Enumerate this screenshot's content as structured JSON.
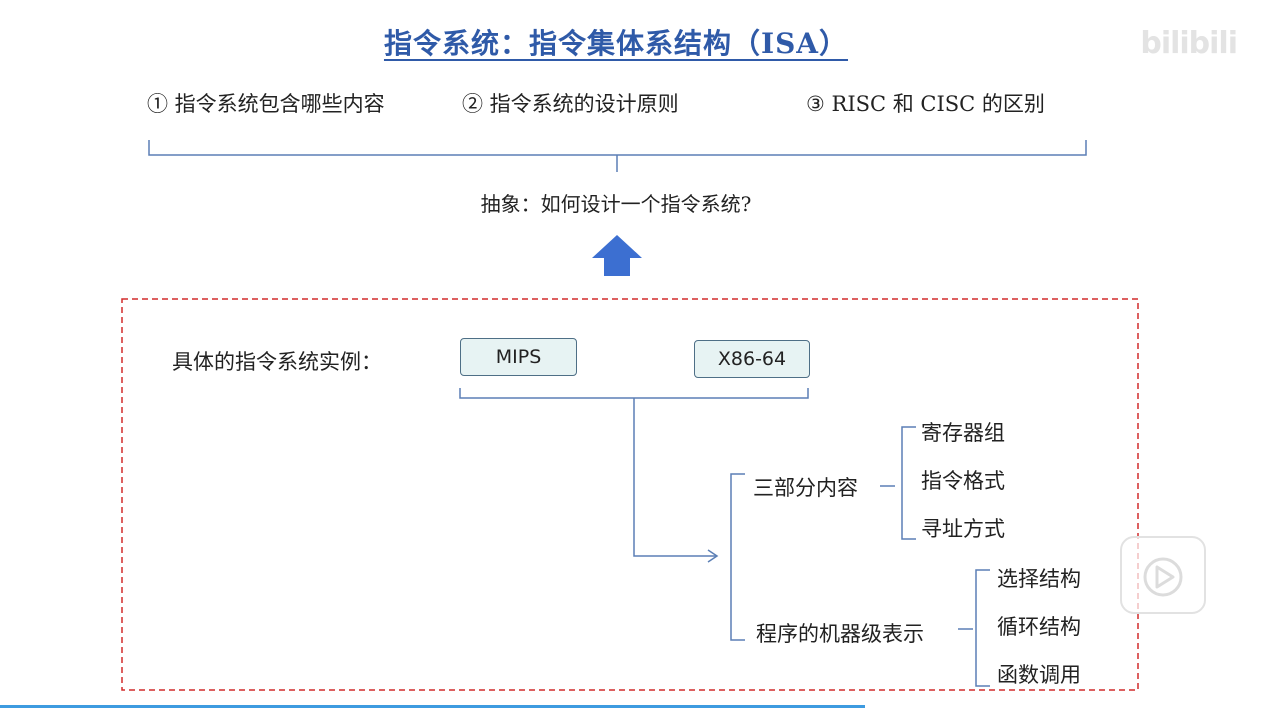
{
  "title": "指令系统：指令集体系结构（ISA）",
  "topics": [
    "① 指令系统包含哪些内容",
    "② 指令系统的设计原则",
    "③ RISC 和 CISC 的区别"
  ],
  "abstract": "抽象：如何设计一个指令系统?",
  "example_label": "具体的指令系统实例：",
  "isa_examples": [
    "MIPS",
    "X86-64"
  ],
  "branches": [
    {
      "label": "三部分内容",
      "children": [
        "寄存器组",
        "指令格式",
        "寻址方式"
      ]
    },
    {
      "label": "程序的机器级表示",
      "children": [
        "选择结构",
        "循环结构",
        "函数调用"
      ]
    }
  ],
  "logo_text": "bilibili",
  "colors": {
    "title": "#2f5aa8",
    "bracket": "#5b7fb5",
    "arrow": "#3c6fd1",
    "dashed_border": "#d22b2b",
    "box_fill": "#e7f3f3",
    "box_border": "#4e6f86",
    "progress": "#3d9be0"
  }
}
